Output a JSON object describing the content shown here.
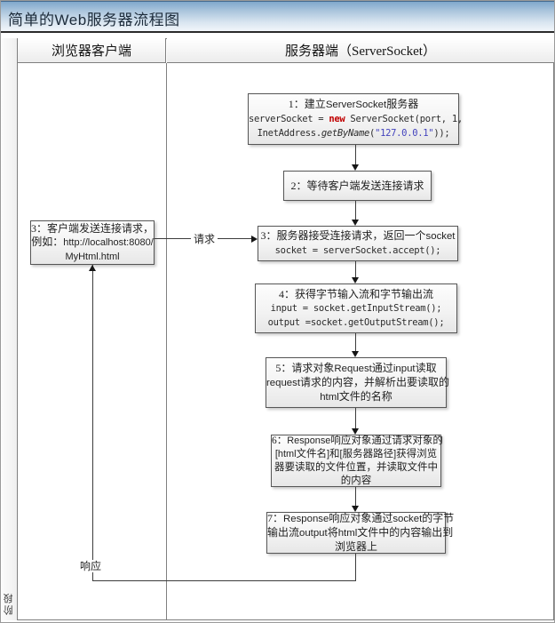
{
  "title": "简单的Web服务器流程图",
  "lanes": {
    "phase_label": "阶段",
    "client_header": "浏览器客户端",
    "server_header": "服务器端（ServerSocket）"
  },
  "edge_labels": {
    "request": "请求",
    "response": "响应"
  },
  "colors": {
    "title_band_top": "#7fa8cc",
    "title_band_bottom": "#f2f6fa",
    "code_keyword": "#c00000",
    "code_string": "#4343bd",
    "box_border": "#565656"
  },
  "boxes": {
    "c3": {
      "lines": [
        [
          {
            "t": "3：客户端发送连接请求，",
            "s": "zh"
          }
        ],
        [
          {
            "t": "例如：",
            "s": "zh"
          },
          {
            "t": "http://localhost:8080/",
            "s": "url"
          }
        ],
        [
          {
            "t": "MyHtml.html",
            "s": "url"
          }
        ]
      ]
    },
    "s1": {
      "lines": [
        [
          {
            "t": "1：建立",
            "s": "zh"
          },
          {
            "t": "ServerSocket",
            "s": "lat"
          },
          {
            "t": "服务器",
            "s": "zh"
          }
        ],
        [
          {
            "t": "serverSocket = ",
            "s": "code"
          },
          {
            "t": "new",
            "s": "kw"
          },
          {
            "t": " ServerSocket(port, 1,",
            "s": "code"
          }
        ],
        [
          {
            "t": "InetAddress.",
            "s": "code"
          },
          {
            "t": "getByName",
            "s": "it"
          },
          {
            "t": "(",
            "s": "code"
          },
          {
            "t": "\"127.0.0.1\"",
            "s": "str"
          },
          {
            "t": "));",
            "s": "code"
          }
        ]
      ]
    },
    "s2": {
      "lines": [
        [
          {
            "t": "2：等待客户端发送连接请求",
            "s": "zh"
          }
        ]
      ]
    },
    "s3": {
      "lines": [
        [
          {
            "t": "3：服务器接受连接请求，返回一个",
            "s": "zh"
          },
          {
            "t": "socket",
            "s": "lat"
          }
        ],
        [
          {
            "t": "socket = serverSocket.accept();",
            "s": "code"
          }
        ]
      ]
    },
    "s4": {
      "lines": [
        [
          {
            "t": "4：获得字节输入流和字节输出流",
            "s": "zh"
          }
        ],
        [
          {
            "t": "input = socket.getInputStream();",
            "s": "code"
          }
        ],
        [
          {
            "t": "output =socket.getOutputStream();",
            "s": "code"
          }
        ]
      ]
    },
    "s5": {
      "lines": [
        [
          {
            "t": "5：请求对象",
            "s": "zh"
          },
          {
            "t": "Request",
            "s": "lat"
          },
          {
            "t": "通过",
            "s": "zh"
          },
          {
            "t": "input",
            "s": "lat"
          },
          {
            "t": "读取",
            "s": "zh"
          }
        ],
        [
          {
            "t": "request",
            "s": "lat"
          },
          {
            "t": "请求的内容，并解析出要读取的",
            "s": "zh"
          }
        ],
        [
          {
            "t": "html",
            "s": "lat"
          },
          {
            "t": "文件的名称",
            "s": "zh"
          }
        ]
      ]
    },
    "s6": {
      "lines": [
        [
          {
            "t": "6：",
            "s": "zh"
          },
          {
            "t": "Response",
            "s": "lat"
          },
          {
            "t": "响应对象通过请求对象的",
            "s": "zh"
          }
        ],
        [
          {
            "t": "[html",
            "s": "lat"
          },
          {
            "t": "文件名",
            "s": "zh"
          },
          {
            "t": "]",
            "s": "lat"
          },
          {
            "t": "和",
            "s": "zh"
          },
          {
            "t": "[",
            "s": "lat"
          },
          {
            "t": "服务器路径",
            "s": "zh"
          },
          {
            "t": "]",
            "s": "lat"
          },
          {
            "t": "获得浏览",
            "s": "zh"
          }
        ],
        [
          {
            "t": "器要读取的文件位置，并读取文件中",
            "s": "zh"
          }
        ],
        [
          {
            "t": "的内容",
            "s": "zh"
          }
        ]
      ]
    },
    "s7": {
      "lines": [
        [
          {
            "t": "7：",
            "s": "zh"
          },
          {
            "t": "Response",
            "s": "lat"
          },
          {
            "t": "响应对象通过",
            "s": "zh"
          },
          {
            "t": "socket",
            "s": "lat"
          },
          {
            "t": "的字节",
            "s": "zh"
          }
        ],
        [
          {
            "t": "输出流",
            "s": "zh"
          },
          {
            "t": "output",
            "s": "lat"
          },
          {
            "t": "将",
            "s": "zh"
          },
          {
            "t": "html",
            "s": "lat"
          },
          {
            "t": "文件中的内容输出到",
            "s": "zh"
          }
        ],
        [
          {
            "t": "浏览器上",
            "s": "zh"
          }
        ]
      ]
    }
  }
}
